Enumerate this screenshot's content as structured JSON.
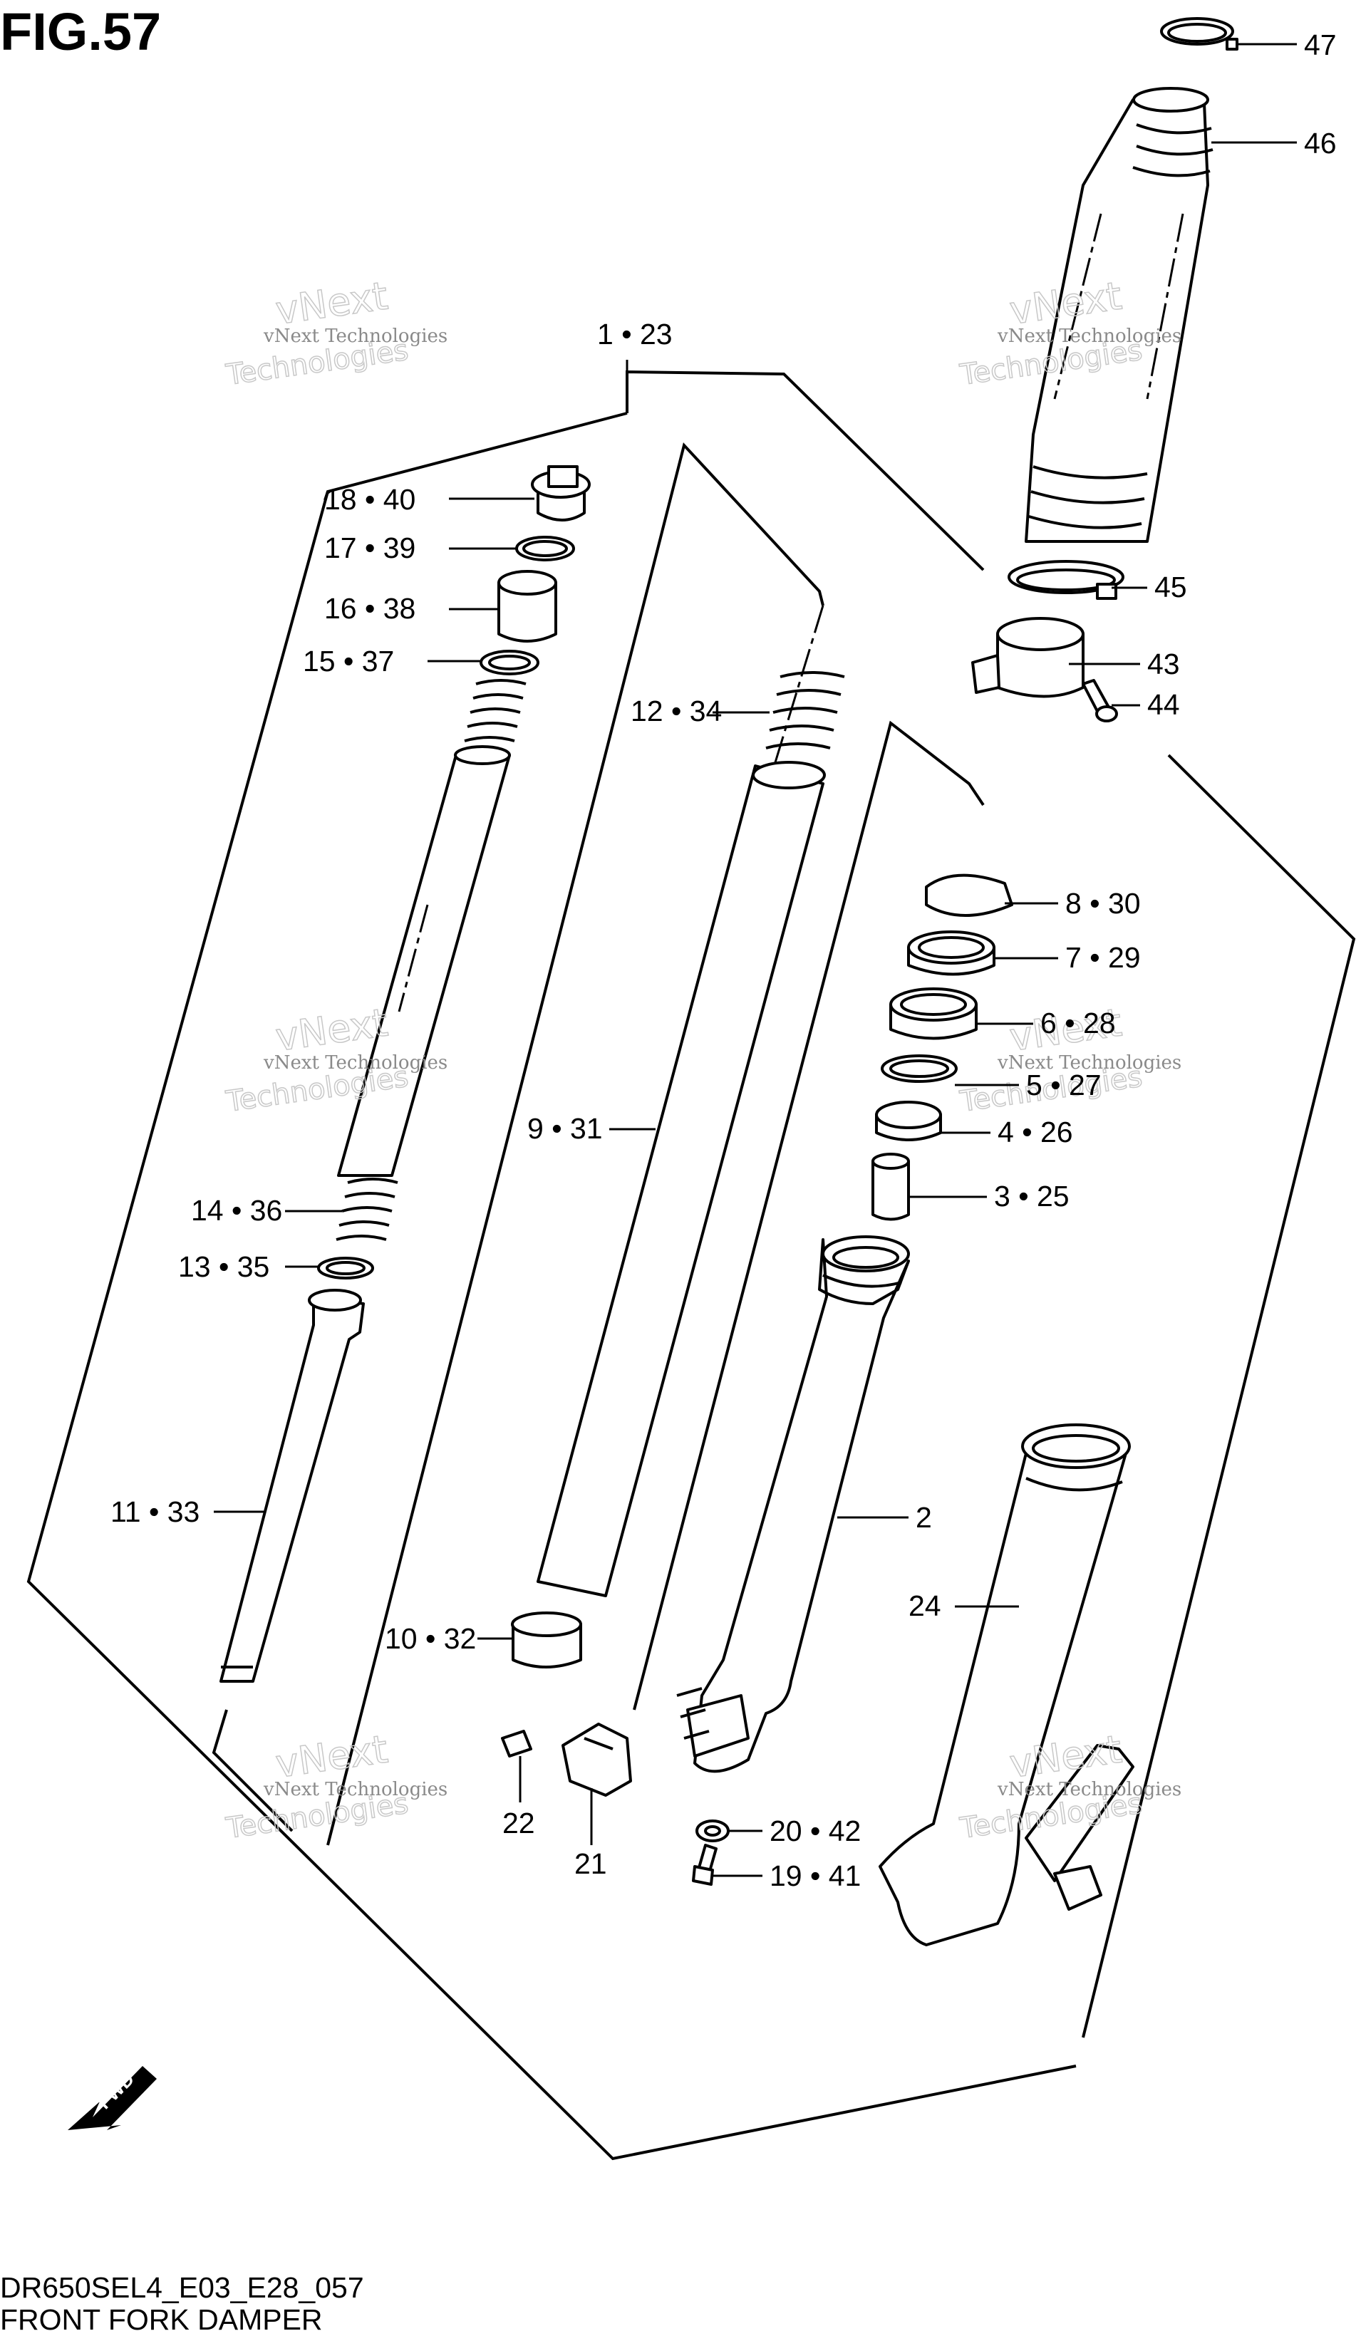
{
  "figure": {
    "title": "FIG.57"
  },
  "footer": {
    "model_code": "DR650SEL4_E03_E28_057",
    "description": "FRONT FORK DAMPER"
  },
  "watermark": {
    "line1": "vNext Technologies",
    "line2": "vNext",
    "line3": "Technologies"
  },
  "fwd_badge": {
    "text": "FWD"
  },
  "callouts": {
    "c47": "47",
    "c46": "46",
    "c1_23": "1 • 23",
    "c18_40": "18 • 40",
    "c17_39": "17 • 39",
    "c16_38": "16 • 38",
    "c15_37": "15 • 37",
    "c12_34": "12 • 34",
    "c45": "45",
    "c43": "43",
    "c44": "44",
    "c8_30": "8 • 30",
    "c7_29": "7 • 29",
    "c6_28": "6 • 28",
    "c5_27": "5 • 27",
    "c4_26": "4 • 26",
    "c9_31": "9 • 31",
    "c3_25": "3 • 25",
    "c14_36": "14 • 36",
    "c13_35": "13 • 35",
    "c2": "2",
    "c11_33": "11 • 33",
    "c24": "24",
    "c10_32": "10 • 32",
    "c20_42": "20 • 42",
    "c22": "22",
    "c19_41": "19 • 41",
    "c21": "21"
  }
}
